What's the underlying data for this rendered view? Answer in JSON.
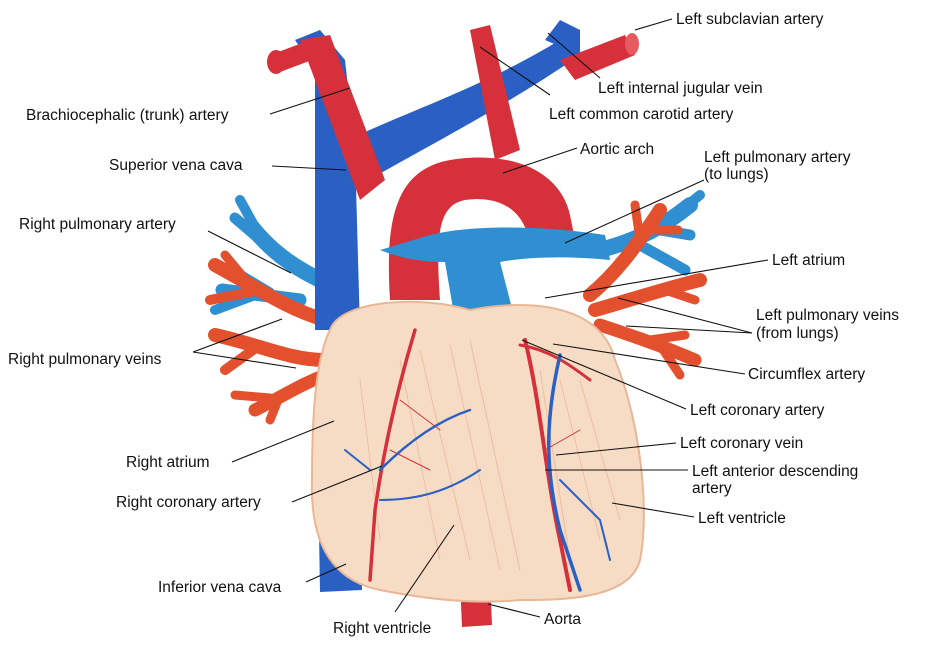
{
  "colors": {
    "artery": "#d6303a",
    "vein": "#2a5fc4",
    "pulmonary_artery": "#2f8fd0",
    "pulmonary_vein": "#e2502e",
    "muscle": "#f6dcc5",
    "muscle_shade": "#e9b796",
    "leader": "#111111"
  },
  "labels": {
    "left_subclavian": "Left subclavian artery",
    "left_internal_jugular": "Left internal jugular vein",
    "brachiocephalic": "Brachiocephalic (trunk) artery",
    "left_common_carotid": "Left common carotid artery",
    "superior_vena_cava": "Superior vena cava",
    "aortic_arch": "Aortic arch",
    "left_pulmonary_artery_1": "Left pulmonary artery",
    "left_pulmonary_artery_2": "(to lungs)",
    "right_pulmonary_artery": "Right pulmonary artery",
    "left_atrium": "Left atrium",
    "left_pulmonary_veins_1": "Left pulmonary veins",
    "left_pulmonary_veins_2": "(from lungs)",
    "right_pulmonary_veins": "Right pulmonary veins",
    "circumflex": "Circumflex artery",
    "left_coronary_artery": "Left coronary artery",
    "left_coronary_vein": "Left coronary vein",
    "right_atrium": "Right atrium",
    "lad_1": "Left anterior descending",
    "lad_2": "artery",
    "right_coronary_artery": "Right coronary artery",
    "left_ventricle": "Left ventricle",
    "inferior_vena_cava": "Inferior vena cava",
    "right_ventricle": "Right ventricle",
    "aorta": "Aorta"
  }
}
